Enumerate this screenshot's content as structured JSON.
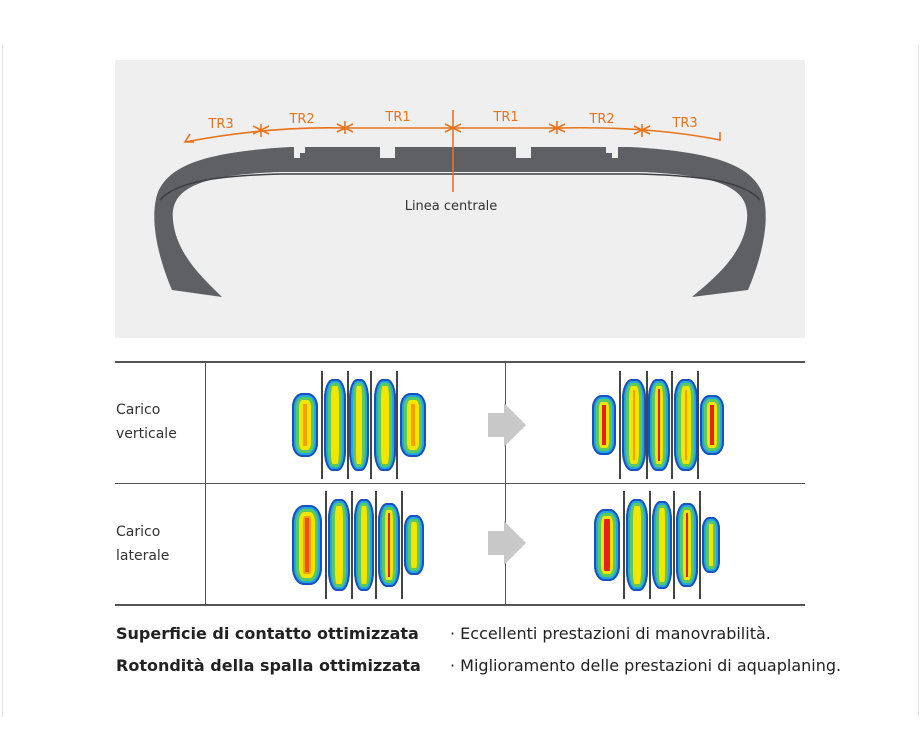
{
  "diagram": {
    "zone_labels": [
      "TR3",
      "TR2",
      "TR1",
      "TR1",
      "TR2",
      "TR3"
    ],
    "center_line_label": "Linea centrale",
    "accent_color": "#e8731a",
    "tire_color": "#5f6063"
  },
  "table": {
    "rows": [
      {
        "label_line1": "Carico",
        "label_line2": "verticale"
      },
      {
        "label_line1": "Carico",
        "label_line2": "laterale"
      }
    ]
  },
  "features": [
    {
      "title": "Superficie di contatto ottimizzata",
      "description": "· Eccellenti prestazioni di manovrabilità."
    },
    {
      "title": "Rotondità della spalla ottimizzata",
      "description": "· Miglioramento delle prestazioni di aquaplaning."
    }
  ]
}
